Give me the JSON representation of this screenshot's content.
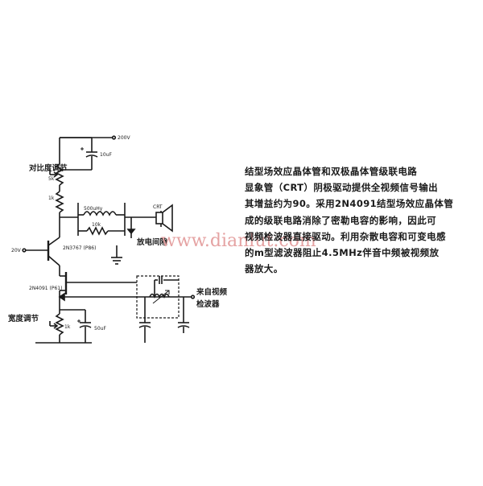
{
  "circuit": {
    "supply_voltage": "200V",
    "bias_voltage": "20V",
    "labels": {
      "contrast_control": "对比度调节",
      "width_control": "宽度调节",
      "crt": "CRT",
      "discharge_gap": "放电间隙",
      "from_video_detector_line1": "来自视频",
      "from_video_detector_line2": "检波器"
    },
    "components": {
      "c_supply": "10uF",
      "r_contrast": "5k",
      "r_bias": "1k",
      "l_peaking": "500uHy",
      "r_peaking": "10k",
      "q_bjt": "2N3767 (P86)",
      "q_jfet": "2N4091 (P61)",
      "r_width": "1k",
      "c_width": "50uF"
    }
  },
  "watermark": "www.dianlut.com",
  "description": {
    "lines": [
      "结型场效应晶体管和双极晶体管级联电路",
      "显象管（CRT）阴极驱动提供全视频信号输出",
      "其增益约为90。采用2N4091结型场效应晶体管",
      "成的级联电路消除了密勒电容的影响，因此可",
      "视频检波器直接驱动。利用杂散电容和可变电感",
      "的m型滤波器阻止4.5MHz伴音中频被视频放",
      "器放大。"
    ]
  }
}
